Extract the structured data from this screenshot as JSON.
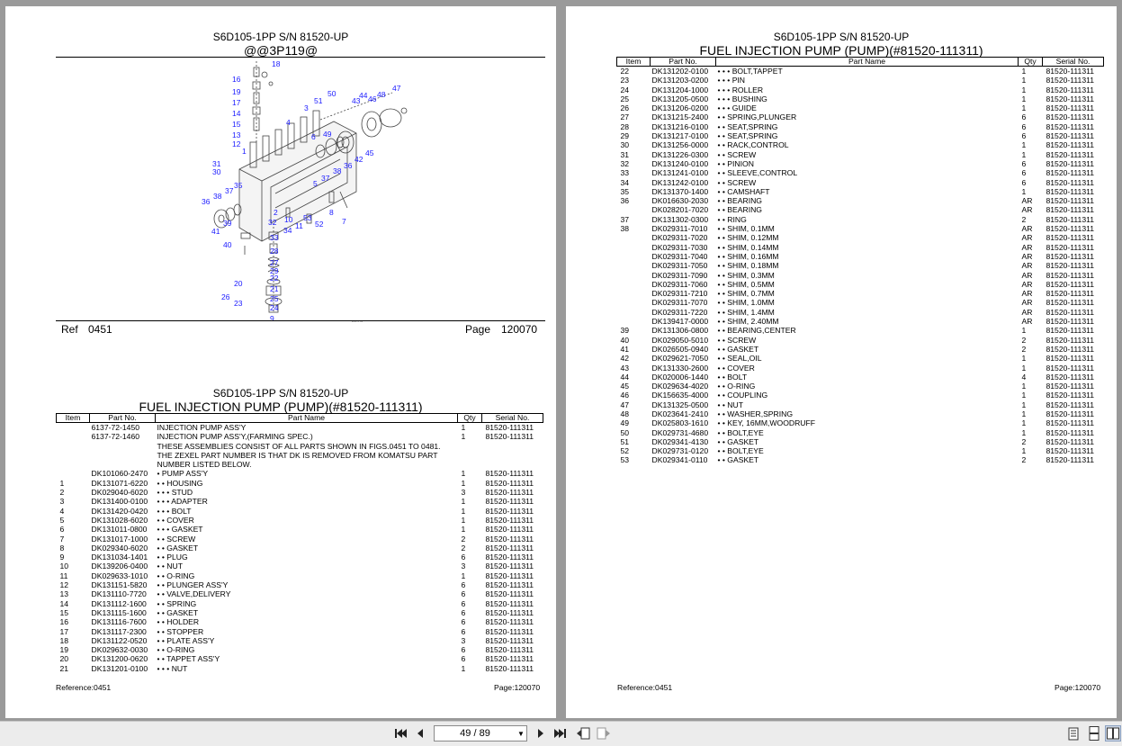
{
  "left_page": {
    "model": "S6D105-1PP S/N 81520-UP",
    "illustration_code": "@@3P119@",
    "ref_label": "Ref",
    "ref_value": "0451",
    "page_label": "Page",
    "page_value": "120070",
    "model2": "S6D105-1PP S/N 81520-UP",
    "title": "FUEL INJECTION PUMP (PUMP)(#81520-111311)",
    "columns": [
      "Item",
      "Part No.",
      "Part Name",
      "Qty",
      "Serial No."
    ],
    "rows": [
      [
        "",
        "6137-72-1450",
        "INJECTION PUMP ASS'Y",
        "1",
        "81520-111311"
      ],
      [
        "",
        "6137-72-1460",
        "INJECTION PUMP ASS'Y,(FARMING SPEC.)",
        "1",
        "81520-111311"
      ],
      [
        "",
        "",
        "THESE ASSEMBLIES CONSIST OF ALL PARTS SHOWN IN FIGS.0451 TO 0481.",
        "",
        ""
      ],
      [
        "",
        "",
        "THE ZEXEL PART NUMBER IS THAT DK IS REMOVED FROM KOMATSU PART NUMBER LISTED BELOW.",
        "",
        ""
      ],
      [
        "",
        "DK101060-2470",
        "• PUMP ASS'Y",
        "1",
        "81520-111311"
      ],
      [
        "1",
        "DK131071-6220",
        "• • HOUSING",
        "1",
        "81520-111311"
      ],
      [
        "2",
        "DK029040-6020",
        "• • • STUD",
        "3",
        "81520-111311"
      ],
      [
        "3",
        "DK131400-0100",
        "• • • ADAPTER",
        "1",
        "81520-111311"
      ],
      [
        "4",
        "DK131420-0420",
        "• • • BOLT",
        "1",
        "81520-111311"
      ],
      [
        "5",
        "DK131028-6020",
        "• • COVER",
        "1",
        "81520-111311"
      ],
      [
        "6",
        "DK131011-0800",
        "• • • GASKET",
        "1",
        "81520-111311"
      ],
      [
        "7",
        "DK131017-1000",
        "• • SCREW",
        "2",
        "81520-111311"
      ],
      [
        "8",
        "DK029340-6020",
        "• • GASKET",
        "2",
        "81520-111311"
      ],
      [
        "9",
        "DK131034-1401",
        "• • PLUG",
        "6",
        "81520-111311"
      ],
      [
        "10",
        "DK139206-0400",
        "• • NUT",
        "3",
        "81520-111311"
      ],
      [
        "11",
        "DK029633-1010",
        "• • O-RING",
        "1",
        "81520-111311"
      ],
      [
        "12",
        "DK131151-5820",
        "• • PLUNGER ASS'Y",
        "6",
        "81520-111311"
      ],
      [
        "13",
        "DK131110-7720",
        "• • VALVE,DELIVERY",
        "6",
        "81520-111311"
      ],
      [
        "14",
        "DK131112-1600",
        "• • SPRING",
        "6",
        "81520-111311"
      ],
      [
        "15",
        "DK131115-1600",
        "• • GASKET",
        "6",
        "81520-111311"
      ],
      [
        "16",
        "DK131116-7600",
        "• • HOLDER",
        "6",
        "81520-111311"
      ],
      [
        "17",
        "DK131117-2300",
        "• • STOPPER",
        "6",
        "81520-111311"
      ],
      [
        "18",
        "DK131122-0520",
        "• • PLATE ASS'Y",
        "3",
        "81520-111311"
      ],
      [
        "19",
        "DK029632-0030",
        "• • O-RING",
        "6",
        "81520-111311"
      ],
      [
        "20",
        "DK131200-0620",
        "• • TAPPET ASS'Y",
        "6",
        "81520-111311"
      ],
      [
        "21",
        "DK131201-0100",
        "• • • NUT",
        "1",
        "81520-111311"
      ]
    ],
    "footer_ref": "Reference:0451",
    "footer_page": "Page:120070"
  },
  "right_page": {
    "model": "S6D105-1PP S/N 81520-UP",
    "title": "FUEL INJECTION PUMP (PUMP)(#81520-111311)",
    "columns": [
      "Item",
      "Part No.",
      "Part Name",
      "Qty",
      "Serial No."
    ],
    "rows": [
      [
        "22",
        "DK131202-0100",
        "• • • BOLT,TAPPET",
        "1",
        "81520-111311"
      ],
      [
        "23",
        "DK131203-0200",
        "• • • PIN",
        "1",
        "81520-111311"
      ],
      [
        "24",
        "DK131204-1000",
        "• • • ROLLER",
        "1",
        "81520-111311"
      ],
      [
        "25",
        "DK131205-0500",
        "• • • BUSHING",
        "1",
        "81520-111311"
      ],
      [
        "26",
        "DK131206-0200",
        "• • • GUIDE",
        "1",
        "81520-111311"
      ],
      [
        "27",
        "DK131215-2400",
        "• • SPRING,PLUNGER",
        "6",
        "81520-111311"
      ],
      [
        "28",
        "DK131216-0100",
        "• • SEAT,SPRING",
        "6",
        "81520-111311"
      ],
      [
        "29",
        "DK131217-0100",
        "• • SEAT,SPRING",
        "6",
        "81520-111311"
      ],
      [
        "30",
        "DK131256-0000",
        "• • RACK,CONTROL",
        "1",
        "81520-111311"
      ],
      [
        "31",
        "DK131226-0300",
        "• • SCREW",
        "1",
        "81520-111311"
      ],
      [
        "32",
        "DK131240-0100",
        "• • PINION",
        "6",
        "81520-111311"
      ],
      [
        "33",
        "DK131241-0100",
        "• • SLEEVE,CONTROL",
        "6",
        "81520-111311"
      ],
      [
        "34",
        "DK131242-0100",
        "• • SCREW",
        "6",
        "81520-111311"
      ],
      [
        "35",
        "DK131370-1400",
        "• • CAMSHAFT",
        "1",
        "81520-111311"
      ],
      [
        "36",
        "DK016630-2030",
        "• • BEARING",
        "AR",
        "81520-111311"
      ],
      [
        "",
        "DK028201-7020",
        "• • BEARING",
        "AR",
        "81520-111311"
      ],
      [
        "37",
        "DK131302-0300",
        "• • RING",
        "2",
        "81520-111311"
      ],
      [
        "38",
        "DK029311-7010",
        "• • SHIM, 0.1MM",
        "AR",
        "81520-111311"
      ],
      [
        "",
        "DK029311-7020",
        "• • SHIM, 0.12MM",
        "AR",
        "81520-111311"
      ],
      [
        "",
        "DK029311-7030",
        "• • SHIM, 0.14MM",
        "AR",
        "81520-111311"
      ],
      [
        "",
        "DK029311-7040",
        "• • SHIM, 0.16MM",
        "AR",
        "81520-111311"
      ],
      [
        "",
        "DK029311-7050",
        "• • SHIM, 0.18MM",
        "AR",
        "81520-111311"
      ],
      [
        "",
        "DK029311-7090",
        "• • SHIM, 0.3MM",
        "AR",
        "81520-111311"
      ],
      [
        "",
        "DK029311-7060",
        "• • SHIM, 0.5MM",
        "AR",
        "81520-111311"
      ],
      [
        "",
        "DK029311-7210",
        "• • SHIM, 0.7MM",
        "AR",
        "81520-111311"
      ],
      [
        "",
        "DK029311-7070",
        "• • SHIM, 1.0MM",
        "AR",
        "81520-111311"
      ],
      [
        "",
        "DK029311-7220",
        "• • SHIM, 1.4MM",
        "AR",
        "81520-111311"
      ],
      [
        "",
        "DK139417-0000",
        "• • SHIM, 2.40MM",
        "AR",
        "81520-111311"
      ],
      [
        "39",
        "DK131306-0800",
        "• • BEARING,CENTER",
        "1",
        "81520-111311"
      ],
      [
        "40",
        "DK029050-5010",
        "• • SCREW",
        "2",
        "81520-111311"
      ],
      [
        "41",
        "DK026505-0940",
        "• • GASKET",
        "2",
        "81520-111311"
      ],
      [
        "42",
        "DK029621-7050",
        "• • SEAL,OIL",
        "1",
        "81520-111311"
      ],
      [
        "43",
        "DK131330-2600",
        "• • COVER",
        "1",
        "81520-111311"
      ],
      [
        "44",
        "DK020006-1440",
        "• • BOLT",
        "4",
        "81520-111311"
      ],
      [
        "45",
        "DK029634-4020",
        "• • O-RING",
        "1",
        "81520-111311"
      ],
      [
        "46",
        "DK156635-4000",
        "• • COUPLING",
        "1",
        "81520-111311"
      ],
      [
        "47",
        "DK131325-0500",
        "• • NUT",
        "1",
        "81520-111311"
      ],
      [
        "48",
        "DK023641-2410",
        "• • WASHER,SPRING",
        "1",
        "81520-111311"
      ],
      [
        "49",
        "DK025803-1610",
        "• • KEY, 16MM,WOODRUFF",
        "1",
        "81520-111311"
      ],
      [
        "50",
        "DK029731-4680",
        "• • BOLT,EYE",
        "1",
        "81520-111311"
      ],
      [
        "51",
        "DK029341-4130",
        "• • GASKET",
        "2",
        "81520-111311"
      ],
      [
        "52",
        "DK029731-0120",
        "• • BOLT,EYE",
        "1",
        "81520-111311"
      ],
      [
        "53",
        "DK029341-0110",
        "• • GASKET",
        "2",
        "81520-111311"
      ]
    ],
    "footer_ref": "Reference:0451",
    "footer_page": "Page:120070"
  },
  "diagram": {
    "callouts": [
      "18",
      "16",
      "19",
      "17",
      "14",
      "15",
      "13",
      "12",
      "1",
      "4",
      "3",
      "51",
      "50",
      "44",
      "43",
      "46",
      "48",
      "47",
      "49",
      "6",
      "45",
      "42",
      "36",
      "38",
      "37",
      "5",
      "31",
      "30",
      "35",
      "37",
      "38",
      "36",
      "2",
      "10",
      "32",
      "53",
      "11",
      "52",
      "8",
      "7",
      "39",
      "41",
      "34",
      "40",
      "33",
      "28",
      "27",
      "29",
      "22",
      "20",
      "21",
      "26",
      "23",
      "25",
      "24",
      "9"
    ],
    "callout_color": "#1a1aff"
  },
  "toolbar": {
    "page_indicator": "49 / 89",
    "icons": [
      "first-page-icon",
      "prev-page-icon",
      "next-page-icon",
      "last-page-icon",
      "go-back-icon",
      "go-forward-icon",
      "single-page-view-icon",
      "continuous-view-icon",
      "facing-view-icon"
    ]
  }
}
